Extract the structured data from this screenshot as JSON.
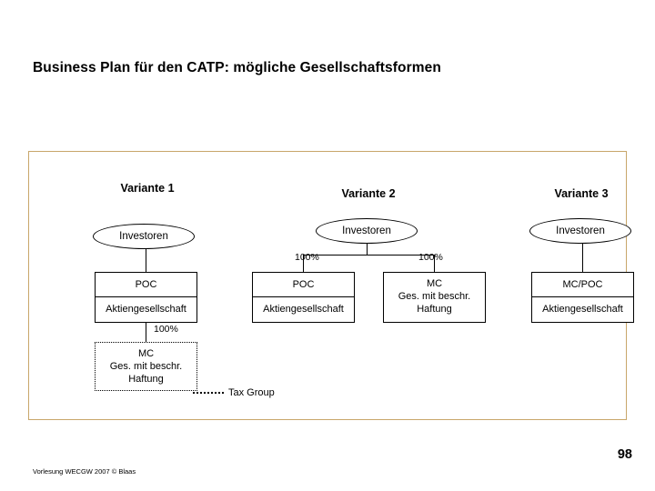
{
  "slide": {
    "title": "Business Plan für den CATP: mögliche Gesellschaftsformen",
    "page_number": "98",
    "footer": "Vorlesung WECGW 2007 © Blaas",
    "frame_border_color": "#c8a66a"
  },
  "diagram": {
    "variants": [
      {
        "heading": "Variante 1",
        "investor_node": "Investoren",
        "percent_top": "100%",
        "box_top_title": "POC",
        "box_top_subtitle": "Aktiengesellschaft",
        "box_bottom_title": "MC",
        "box_bottom_line2": "Ges. mit beschr.",
        "box_bottom_line3": "Haftung"
      },
      {
        "heading": "Variante 2",
        "investor_node": "Investoren",
        "percent_left": "100%",
        "percent_right": "100%",
        "box_left_title": "POC",
        "box_left_subtitle": "Aktiengesellschaft",
        "box_right_title": "MC",
        "box_right_line2": "Ges. mit beschr.",
        "box_right_line3": "Haftung"
      },
      {
        "heading": "Variante 3",
        "investor_node": "Investoren",
        "box_title": "MC/POC",
        "box_subtitle": "Aktiengesellschaft"
      }
    ],
    "legend": {
      "tax_group_label": "Tax Group",
      "tax_group_line_style": "dotted"
    }
  }
}
